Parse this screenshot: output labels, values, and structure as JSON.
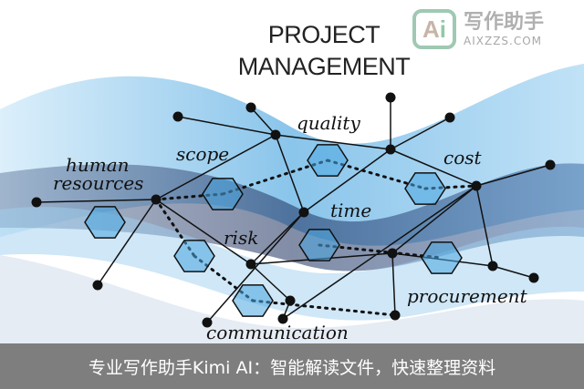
{
  "illustration": {
    "title_line1": "PROJECT",
    "title_line2": "MANAGEMENT",
    "labels": {
      "quality": "quality",
      "cost": "cost",
      "scope": "scope",
      "human_1": "human",
      "human_2": "resources",
      "time": "time",
      "risk": "risk",
      "procurement": "procurement",
      "communication": "communication"
    },
    "colors": {
      "wave": "#1a8fd8",
      "dark_wave": "#1c2f5e",
      "hexagon": "#4aa6e0"
    }
  },
  "watermark": {
    "icon_text_a": "A",
    "icon_text_i": "i",
    "name": "写作助手",
    "domain": "AIXZZS.COM"
  },
  "caption": {
    "text": "专业写作助手Kimi AI：智能解读文件，快速整理资料"
  }
}
